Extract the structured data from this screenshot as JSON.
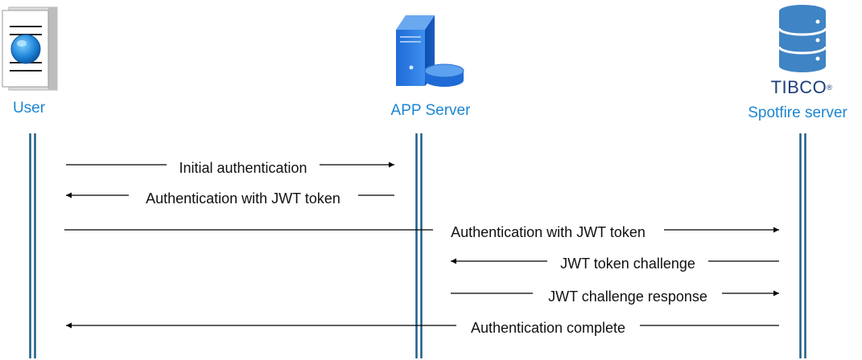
{
  "actors": {
    "user": {
      "label": "User",
      "icon": "user-globe-icon"
    },
    "app": {
      "label": "APP Server",
      "icon": "server-database-icon"
    },
    "spotfire": {
      "logo_text": "TIBCO",
      "label": "Spotfire server",
      "icon": "database-stack-icon"
    }
  },
  "messages": [
    {
      "label": "Initial authentication",
      "from": "user",
      "to": "app"
    },
    {
      "label": "Authentication with JWT token",
      "from": "app",
      "to": "user"
    },
    {
      "label": "Authentication with JWT token",
      "from": "user",
      "to": "spotfire"
    },
    {
      "label": "JWT token challenge",
      "from": "spotfire",
      "to": "app"
    },
    {
      "label": "JWT challenge response",
      "from": "app",
      "to": "spotfire"
    },
    {
      "label": "Authentication complete",
      "from": "spotfire",
      "to": "user"
    }
  ],
  "colors": {
    "actor_text": "#1c86d1",
    "lifeline": "#1f5f86",
    "arrow": "#000000",
    "db_blue": "#3f84c4"
  }
}
